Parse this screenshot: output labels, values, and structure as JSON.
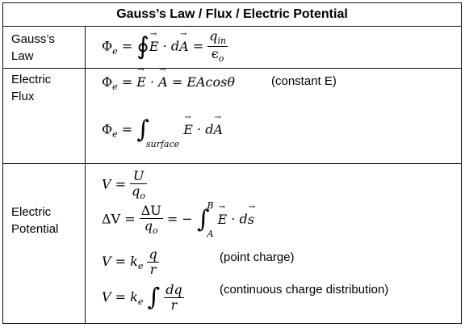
{
  "title": "Gauss’s Law / Flux / Electric Potential",
  "rows": {
    "gauss": {
      "label": [
        "Gauss’s",
        "Law"
      ]
    },
    "flux": {
      "label": [
        "Electric",
        "Flux"
      ],
      "note": "(constant E)"
    },
    "potential": {
      "label": [
        "Electric",
        "Potential"
      ],
      "note_point": "(point charge)",
      "note_continuous": "(continuous charge distribution)"
    }
  },
  "symbols": {
    "phi_e": "Φ",
    "sub_e": "e",
    "in": "in",
    "q": "q",
    "epsilon": "ϵ",
    "o": "o",
    "surface": "surface",
    "A": "A",
    "B": "B",
    "V": "V",
    "U": "U",
    "dU": "ΔU",
    "dV": "ΔV",
    "k": "k",
    "r": "r",
    "dq": "dq",
    "EAcos": "EAcosθ"
  }
}
